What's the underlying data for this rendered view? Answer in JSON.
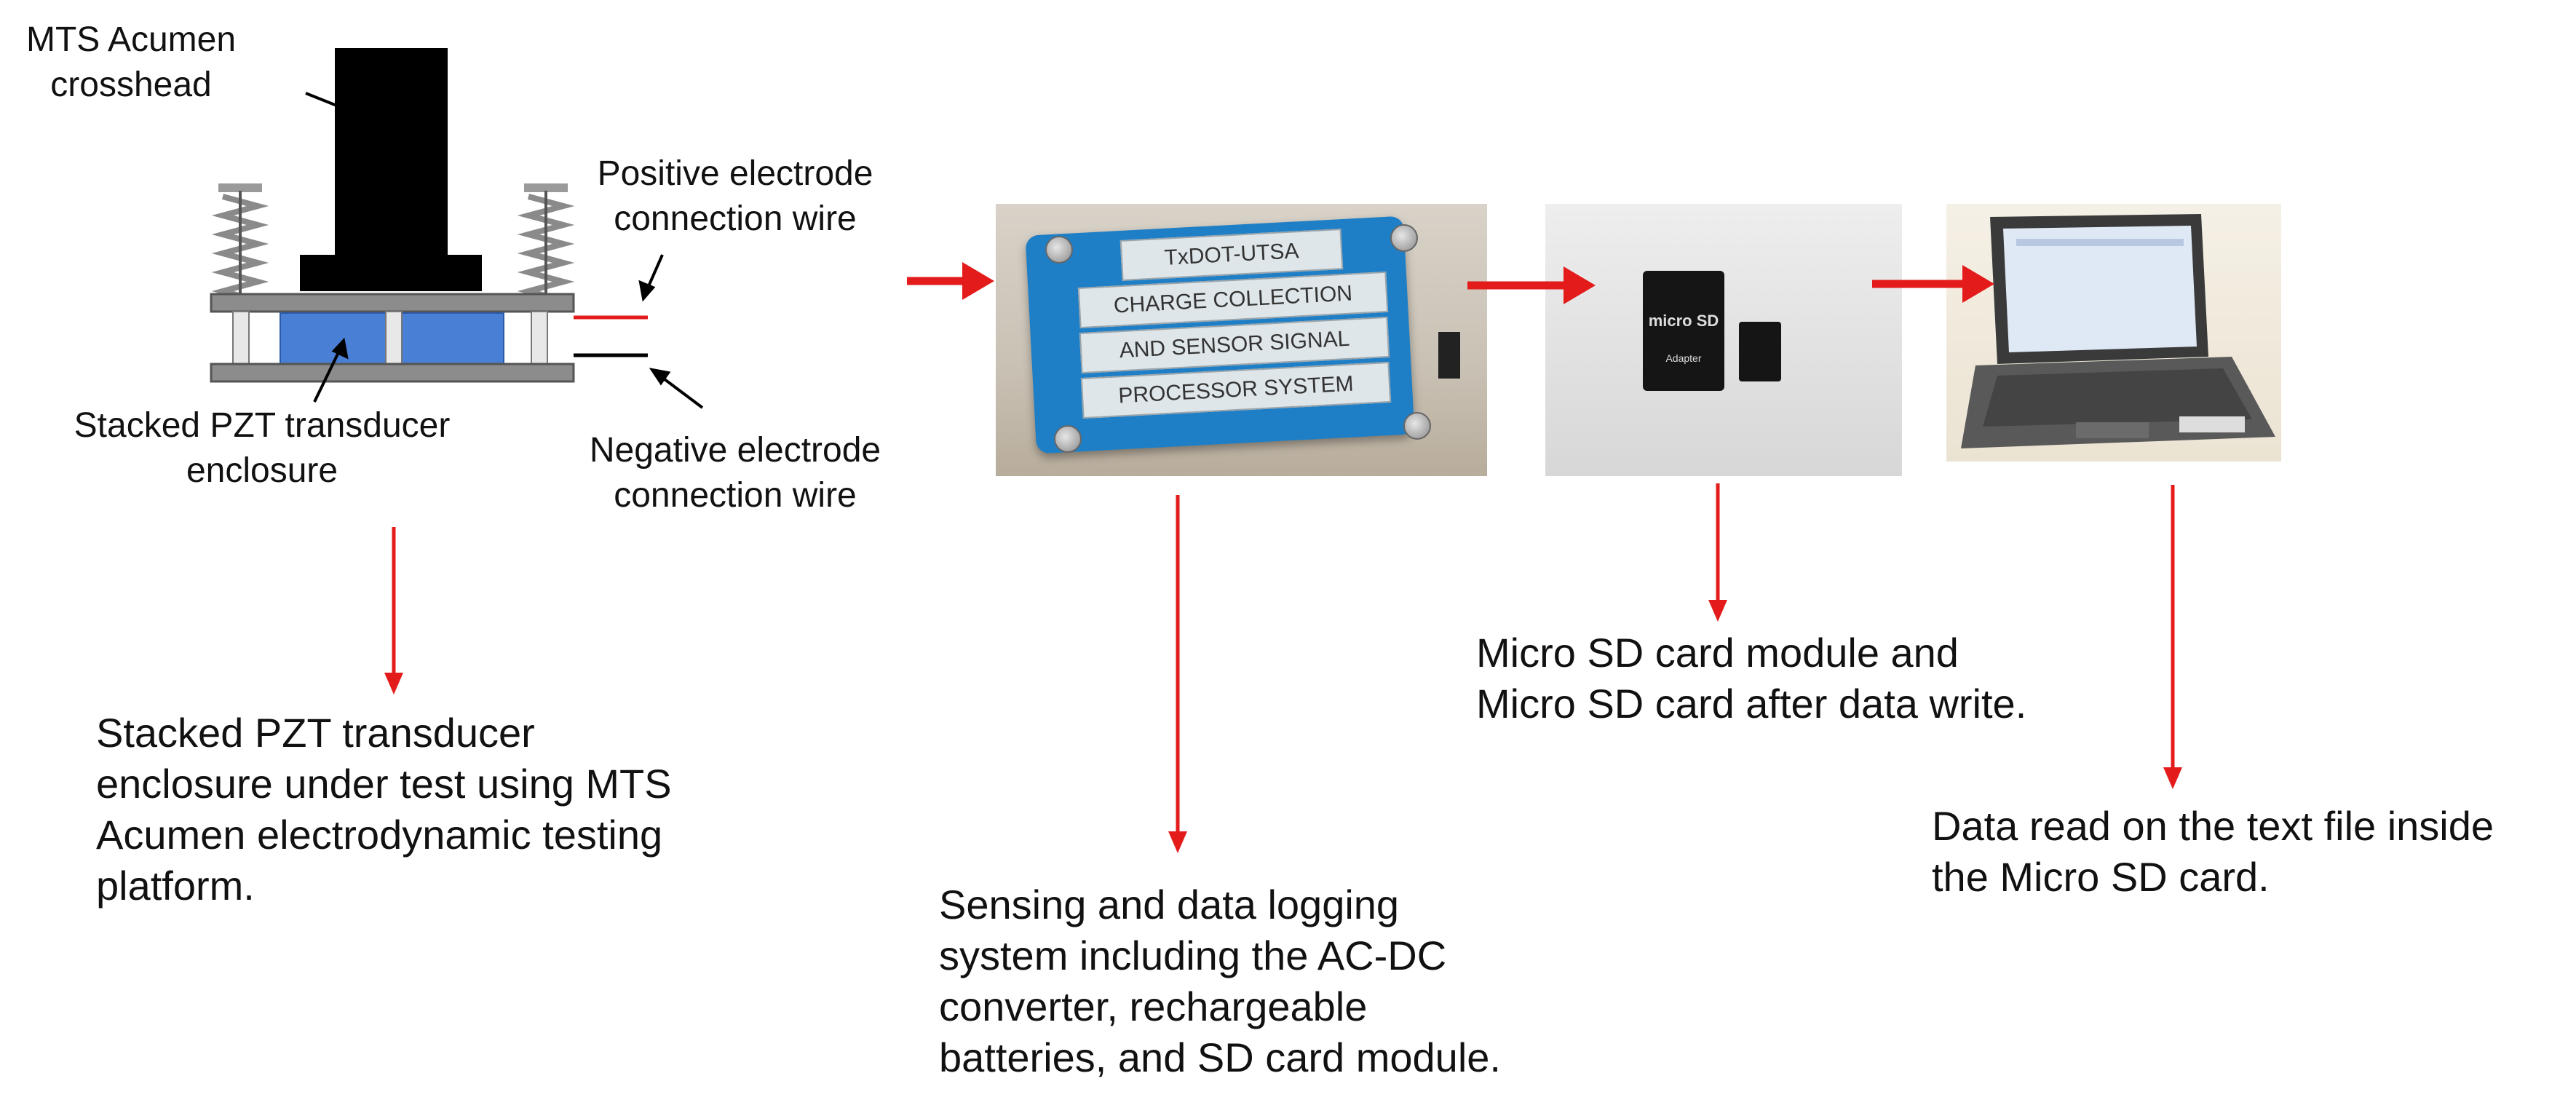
{
  "colors": {
    "arrow": "#e41b1b",
    "transducer": "#4a7fd6",
    "crosshead": "#000000",
    "plate": "#8c8c8c"
  },
  "left_diagram": {
    "crosshead_label": [
      "MTS Acumen",
      "crosshead"
    ],
    "positive_label": [
      "Positive electrode",
      "connection wire"
    ],
    "enclosure_label": [
      "Stacked PZT transducer",
      "enclosure"
    ],
    "negative_label": [
      "Negative electrode",
      "connection wire"
    ]
  },
  "box_photo": {
    "labels": [
      "TxDOT-UTSA",
      "CHARGE COLLECTION",
      "AND SENSOR SIGNAL",
      "PROCESSOR SYSTEM"
    ]
  },
  "sd_photo": {
    "card_text": "micro SD",
    "adapter_text": "Adapter"
  },
  "captions": {
    "test": [
      "Stacked PZT transducer",
      "enclosure under test using MTS",
      "Acumen electrodynamic testing",
      "platform."
    ],
    "logging": [
      "Sensing and data logging",
      "system including the AC-DC",
      "converter, rechargeable",
      "batteries, and SD card module."
    ],
    "sd": [
      "Micro SD card module and",
      "Micro SD card after data write."
    ],
    "laptop": [
      "Data read on the text file inside",
      "the Micro SD card."
    ]
  }
}
